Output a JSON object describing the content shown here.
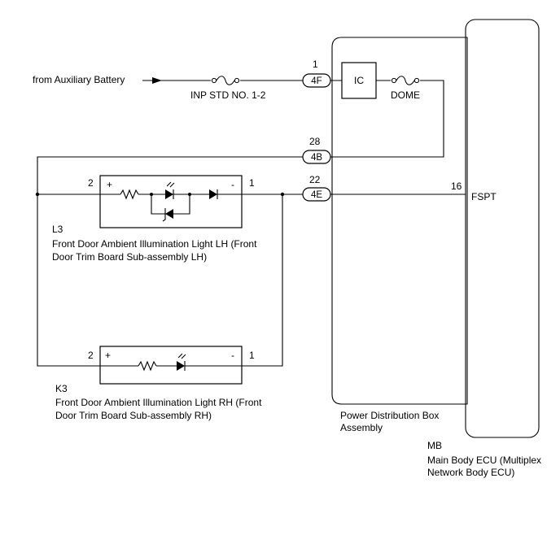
{
  "source": {
    "label": "from Auxiliary Battery"
  },
  "fuses": {
    "inp_std": "INP STD NO. 1-2",
    "dome": "DOME"
  },
  "ic_label": "IC",
  "connectors": [
    {
      "pin": "1",
      "name": "4F"
    },
    {
      "pin": "28",
      "name": "4B"
    },
    {
      "pin": "22",
      "name": "4E"
    }
  ],
  "ecu_pin": {
    "pin": "16",
    "name": "FSPT"
  },
  "lights": {
    "lh": {
      "code": "L3",
      "name_line1": "Front Door Ambient Illumination Light LH (Front",
      "name_line2": "Door Trim Board Sub-assembly LH)",
      "pin_left": "2",
      "pin_right": "1",
      "plus": "+",
      "minus": "-"
    },
    "rh": {
      "code": "K3",
      "name_line1": "Front Door Ambient Illumination Light RH (Front",
      "name_line2": "Door Trim Board Sub-assembly RH)",
      "pin_left": "2",
      "pin_right": "1",
      "plus": "+",
      "minus": "-"
    }
  },
  "power_box": {
    "line1": "Power Distribution Box",
    "line2": "Assembly"
  },
  "ecu": {
    "code": "MB",
    "line1": "Main Body ECU (Multiplex",
    "line2": "Network Body ECU)"
  }
}
